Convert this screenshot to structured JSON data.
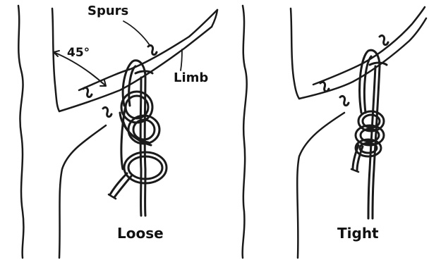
{
  "labels": {
    "spurs": "Spurs",
    "angle": "45°",
    "limb": "Limb",
    "loose": "Loose",
    "tight": "Tight"
  },
  "colors": {
    "ink": "#1a1a1a",
    "background": "#ffffff"
  }
}
